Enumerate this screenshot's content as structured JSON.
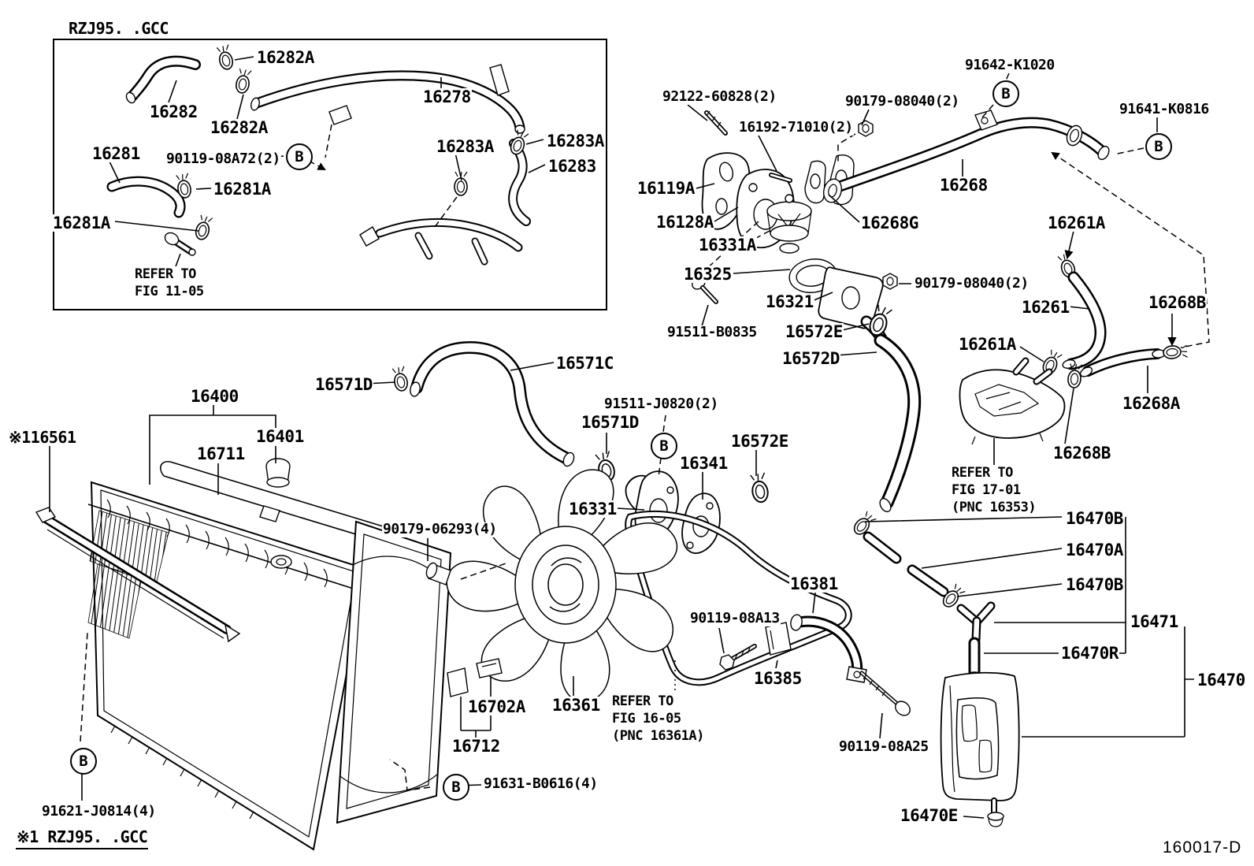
{
  "labels": {
    "callout_b": "B",
    "inset_title": "RZJ95. .GCC",
    "p16282a_1": "16282A",
    "p16282": "16282",
    "p16282a_2": "16282A",
    "p16278": "16278",
    "p16283a_1": "16283A",
    "p16283a_2": "16283A",
    "p16283": "16283",
    "p16281": "16281",
    "p90119_08a72": "90119-08A72(2)",
    "p16281a_1": "16281A",
    "p16281a_2": "16281A",
    "refer_11_05": "REFER TO\nFIG 11-05",
    "p92122_60828": "92122-60828(2)",
    "p90179_08040_1": "90179-08040(2)",
    "p91642_k1020": "91642-K1020",
    "p91641_k0816": "91641-K0816",
    "p16192_71010": "16192-71010(2)",
    "p16119a": "16119A",
    "p16268": "16268",
    "p16128a": "16128A",
    "p16268g": "16268G",
    "p16331a": "16331A",
    "p16261a_1": "16261A",
    "p16325": "16325",
    "p90179_08040_2": "90179-08040(2)",
    "p16321": "16321",
    "p16261": "16261",
    "p16268b_1": "16268B",
    "p91511_b0835": "91511-B0835",
    "p16572e_1": "16572E",
    "p16572d": "16572D",
    "p16261a_2": "16261A",
    "p16268a": "16268A",
    "p16268b_2": "16268B",
    "refer_17_01": "REFER TO\nFIG 17-01\n(PNC 16353)",
    "p16571c": "16571C",
    "p16571d_1": "16571D",
    "p16400": "16400",
    "p116561": "※116561",
    "p16401": "16401",
    "p16711": "16711",
    "p91511_j0820": "91511-J0820(2)",
    "p16571d_2": "16571D",
    "p16572e_2": "16572E",
    "p16341": "16341",
    "p16331": "16331",
    "p90179_06293": "90179-06293(4)",
    "p16470b_1": "16470B",
    "p16470a": "16470A",
    "p16470b_2": "16470B",
    "p16471": "16471",
    "p16470r": "16470R",
    "p16381": "16381",
    "p90119_08a13": "90119-08A13",
    "p16385": "16385",
    "p16470": "16470",
    "p16702a": "16702A",
    "p16361": "16361",
    "refer_16_05": "REFER TO\nFIG 16-05\n(PNC 16361A)",
    "p16712": "16712",
    "p90119_08a25": "90119-08A25",
    "p16470e": "16470E",
    "p91621_j0814": "91621-J0814(4)",
    "footnote": "※1 RZJ95. .GCC",
    "p91631_b0616": "91631-B0616(4)",
    "doc_number": "160017-D"
  }
}
